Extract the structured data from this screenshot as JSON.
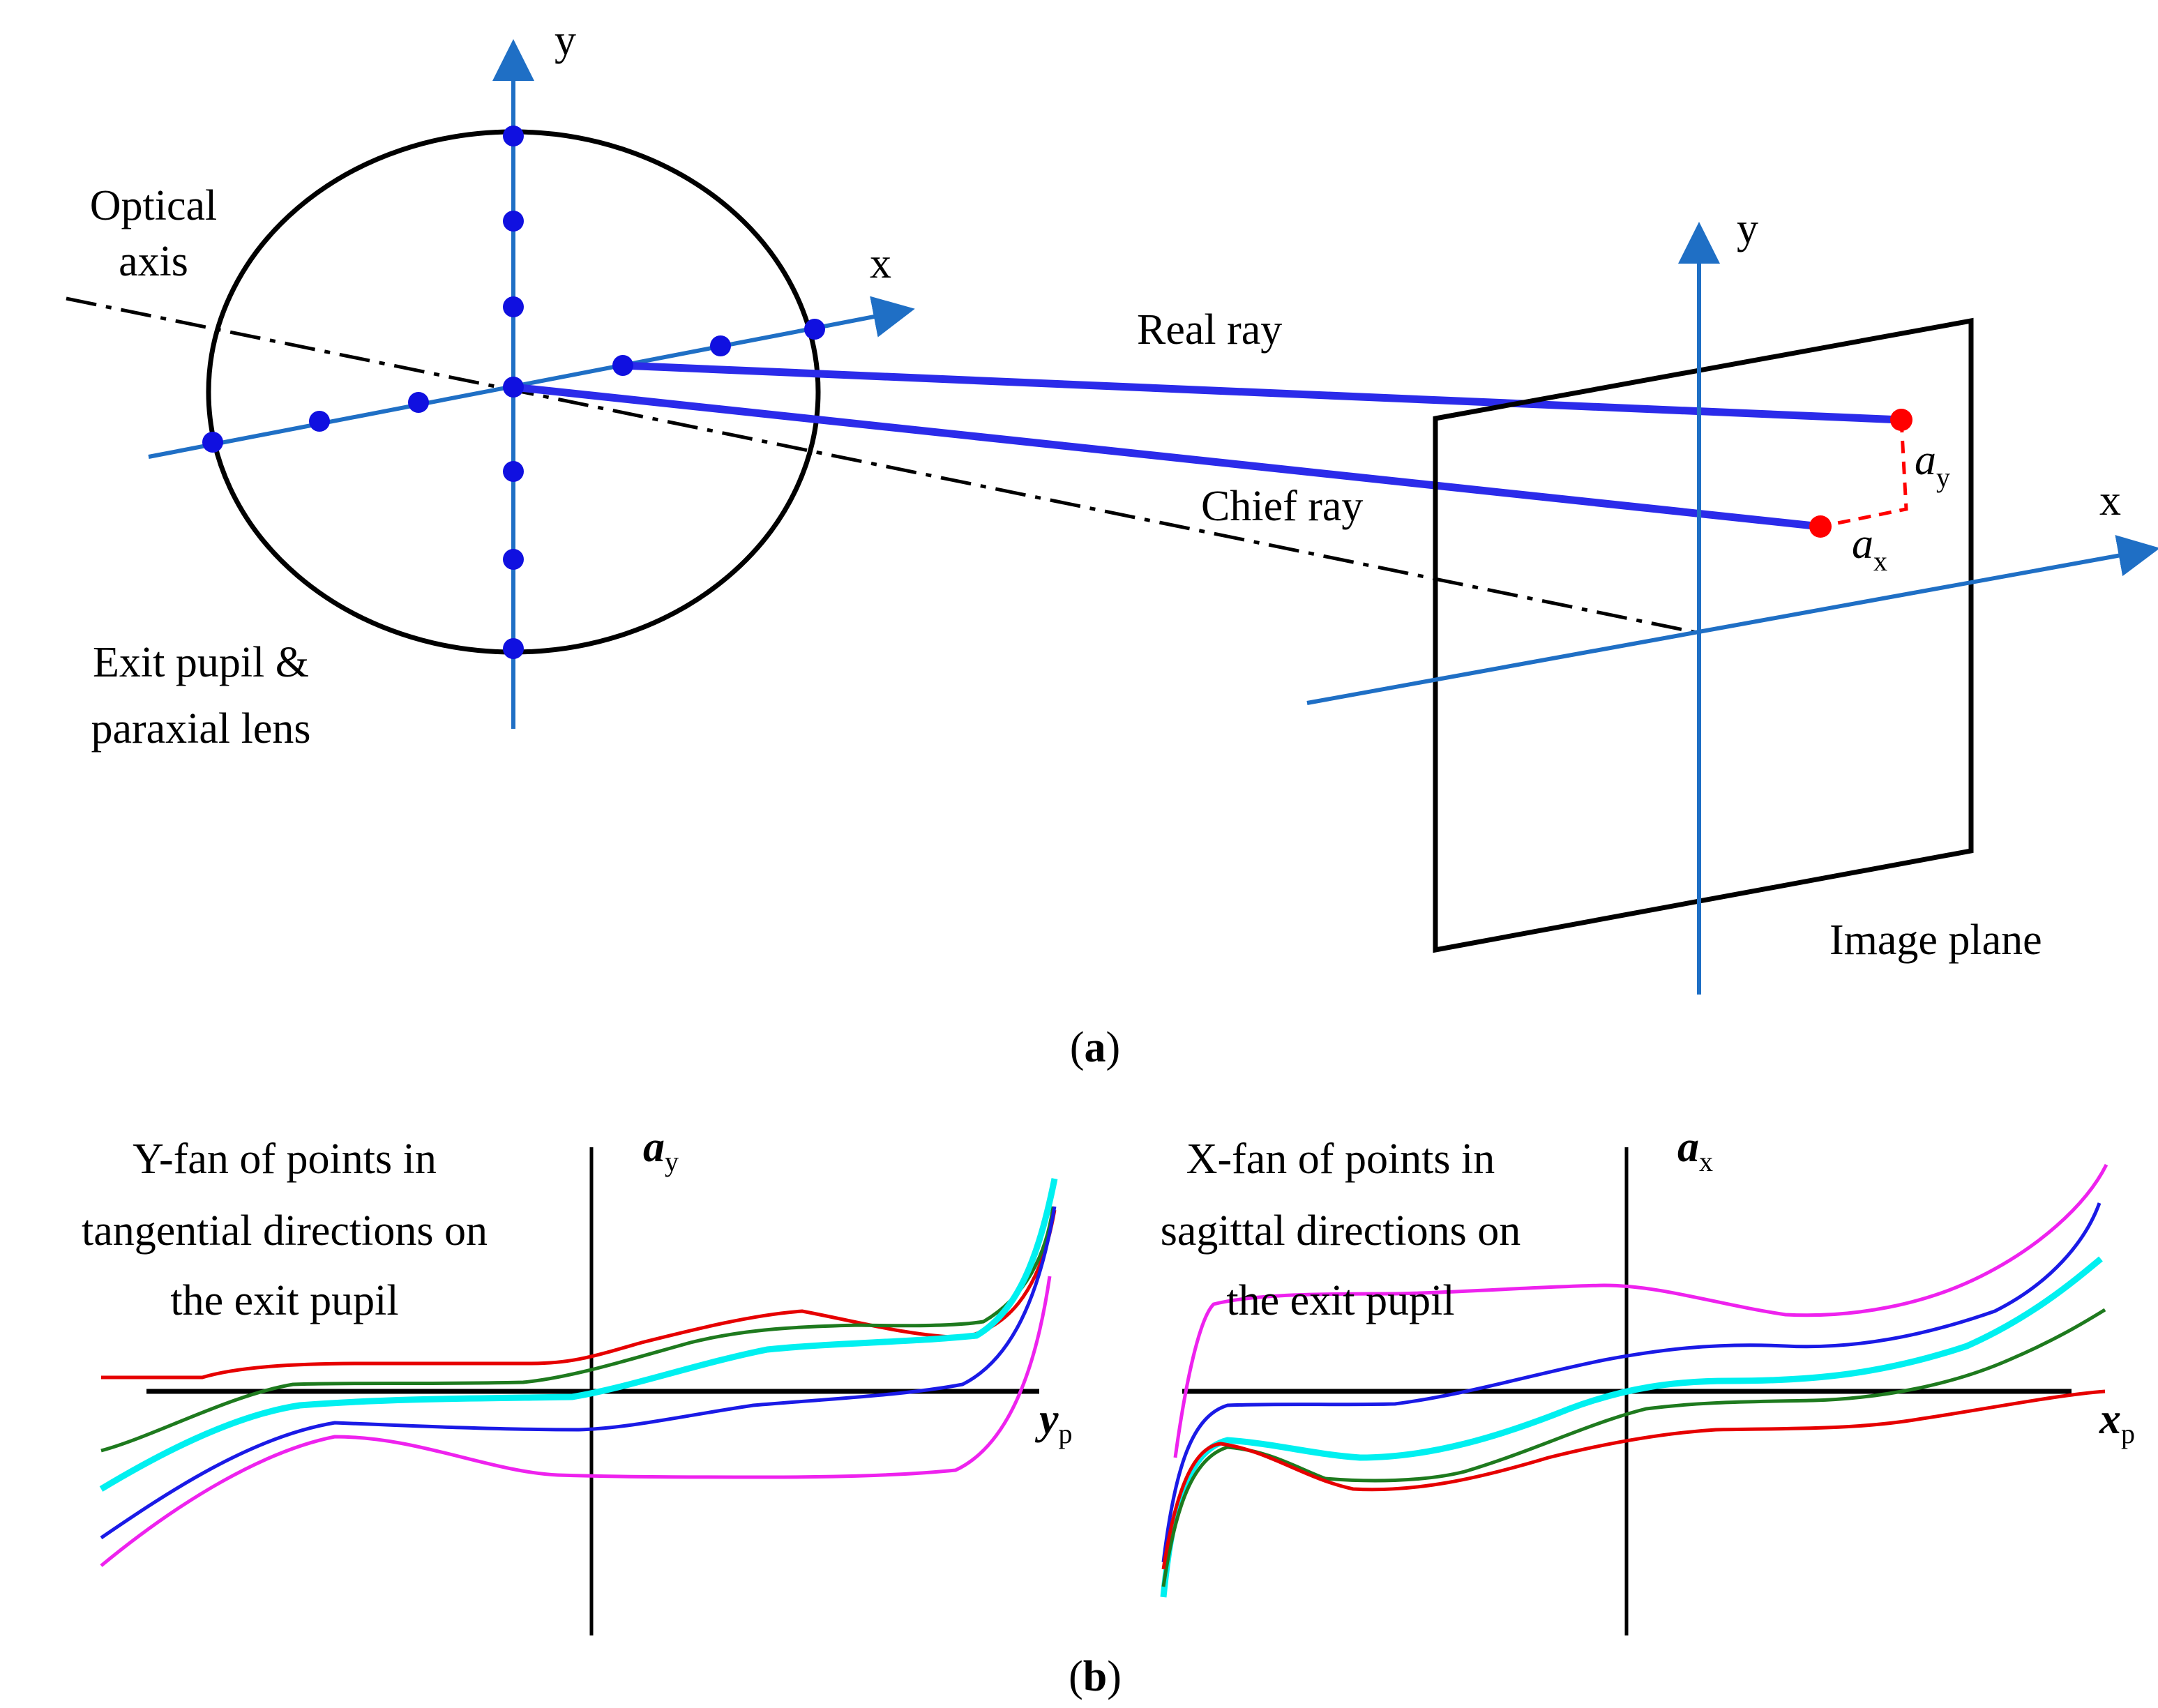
{
  "figure": {
    "panel_a": {
      "caption_open": "(",
      "caption_letter": "a",
      "caption_close": ")",
      "pupil_axis_y": "y",
      "pupil_axis_x": "x",
      "optical_axis_line1": "Optical",
      "optical_axis_line2": "axis",
      "real_ray": "Real ray",
      "chief_ray": "Chief ray",
      "exit_pupil_line1": "Exit pupil &",
      "exit_pupil_line2": "paraxial lens",
      "image_plane": "Image plane",
      "image_axis_y": "y",
      "image_axis_x": "x",
      "ay_main": "a",
      "ay_sub": "y",
      "ax_main": "a",
      "ax_sub": "x"
    },
    "panel_b": {
      "caption_open": "(",
      "caption_letter": "b",
      "caption_close": ")",
      "left_title_line1": "Y-fan of points in",
      "left_title_line2": "tangential directions on",
      "left_title_line3": "the exit pupil",
      "left_axis_main": "a",
      "left_axis_sub": "y",
      "left_haxis_main": "y",
      "left_haxis_sub": "p",
      "right_title_line1": "X-fan of points in",
      "right_title_line2": "sagittal directions on",
      "right_title_line3": "the exit pupil",
      "right_axis_main": "a",
      "right_axis_sub": "x",
      "right_haxis_main": "x",
      "right_haxis_sub": "p"
    },
    "colors": {
      "axis_blue": "#1f6fc5",
      "ray_blue": "#2b2bea",
      "point_blue": "#1010e0",
      "point_red": "#ff0000",
      "curve_red": "#e60000",
      "curve_green": "#1e7a1e",
      "curve_cyan": "#00f0f0",
      "curve_blue": "#1a1ae6",
      "curve_magenta": "#ee22ee"
    }
  }
}
